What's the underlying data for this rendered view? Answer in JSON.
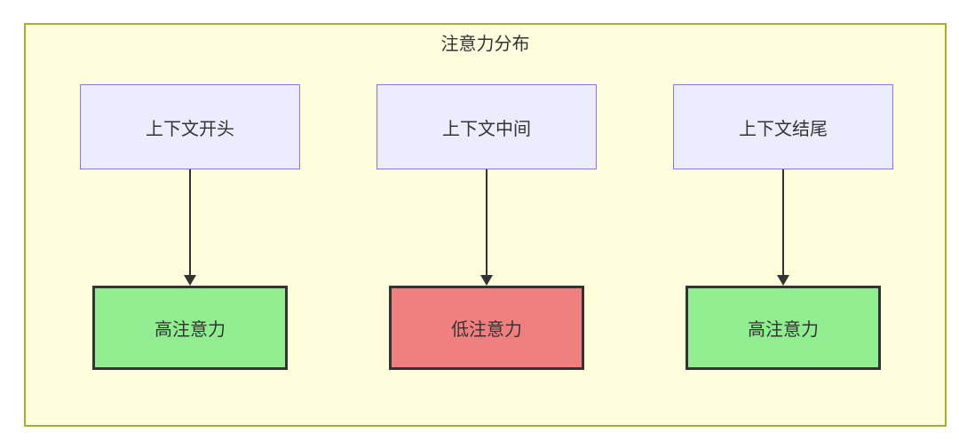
{
  "diagram": {
    "title": "注意力分布",
    "columns": [
      {
        "source": "上下文开头",
        "target": "高注意力",
        "level": "high"
      },
      {
        "source": "上下文中间",
        "target": "低注意力",
        "level": "low"
      },
      {
        "source": "上下文结尾",
        "target": "高注意力",
        "level": "high"
      }
    ],
    "colors": {
      "container_fill": "#ffffde",
      "container_border": "#aaaa33",
      "context_fill": "#ececff",
      "context_border": "#9370db",
      "high_fill": "#90ee90",
      "low_fill": "#f08080",
      "node_border": "#333333",
      "arrow": "#333333",
      "text": "#333333"
    }
  }
}
